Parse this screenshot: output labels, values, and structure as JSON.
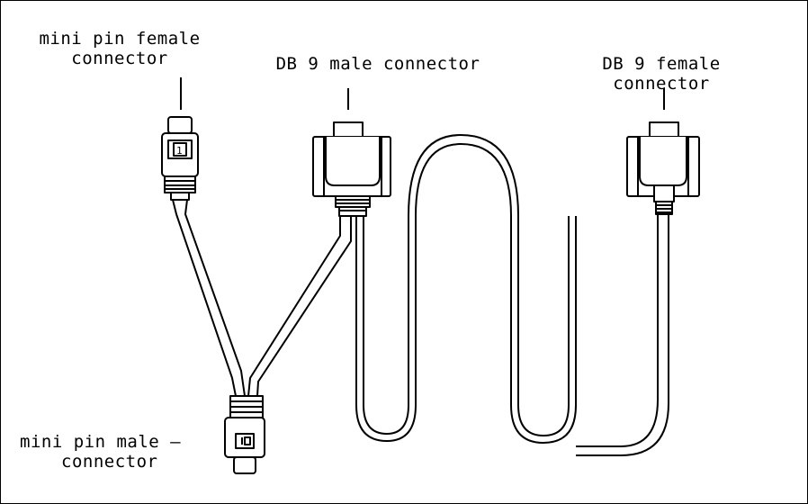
{
  "labels": {
    "mini_pin_female": [
      "mini pin female",
      "connector"
    ],
    "db9_male": "DB 9 male connector",
    "db9_female": [
      "DB 9 female",
      "connector"
    ],
    "mini_pin_male": [
      "mini pin male",
      "connector"
    ]
  },
  "colors": {
    "line": "#000000",
    "background": "#ffffff"
  }
}
